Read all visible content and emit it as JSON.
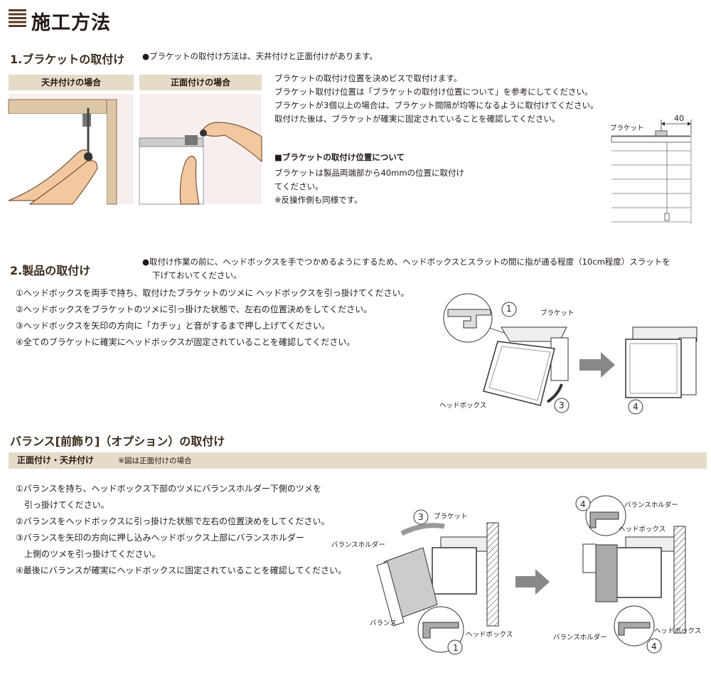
{
  "page_title": "施工方法",
  "section1": {
    "heading": "1.ブラケットの取付け",
    "note": "●ブラケットの取付け方法は、天井付けと正面付けがあります。",
    "tab_ceiling": "天井付けの場合",
    "tab_front": "正面付けの場合",
    "lines": [
      "ブラケットの取付け位置を決めビスで取付けます。",
      "ブラケット取付け位置は「ブラケットの取付け位置について」を参考にしてください。",
      "ブラケットが3個以上の場合は、ブラケット間隔が均等になるように取付けてください。",
      "取付けた後は、ブラケットが確実に固定されていることを確認してください。"
    ],
    "position_heading": "■ブラケットの取付け位置について",
    "position_lines": [
      "ブラケットは製品両端部から40mmの位置に取付け",
      "てください。",
      "※反操作側も同様です。"
    ],
    "diagram_label": "ブラケット",
    "dimension": "40"
  },
  "section2": {
    "heading": "2.製品の取付け",
    "note_lines": [
      "●取付け作業の前に、ヘッドボックスを手でつかめるようにするため、ヘッドボックスとスラットの間に指が通る程度（10cm程度）スラットを",
      "下げておいてください。"
    ],
    "steps": [
      "①ヘッドボックスを両手で持ち、取付けたブラケットのツメに ヘッドボックスを引っ掛けてください。",
      "②ヘッドボックスをブラケットのツメに引っ掛けた状態で、左右の位置決めをしてください。",
      "③ヘッドボックスを矢印の方向に「カチッ」と音がするまで押し上げてください。",
      "④全てのブラケットに確実にヘッドボックスが固定されていることを確認してください。"
    ],
    "label_bracket": "ブラケット",
    "label_headbox": "ヘッドボックス",
    "num1": "1",
    "num3": "3",
    "num4": "4"
  },
  "section3": {
    "heading": "バランス[前飾り]（オプション）の取付け",
    "bar_label": "正面付け・天井付け",
    "bar_note": "※図は正面付けの場合",
    "steps": [
      "①バランスを持ち、ヘッドボックス下部のツメにバランスホルダー下側のツメを",
      "　引っ掛けてください。",
      "②バランスをヘッドボックスに引っ掛けた状態で左右の位置決めをしてください。",
      "③バランスを矢印の方向に押し込みヘッドボックス上部にバランスホルダー",
      "　上側のツメを引っ掛けてください。",
      "④最後にバランスが確実にヘッドボックスに固定されていることを確認してください。"
    ],
    "label_bracket": "ブラケット",
    "label_holder": "バランスホルダー",
    "label_valance": "バランス",
    "label_headbox": "ヘッドボックス",
    "num1": "1",
    "num3": "3",
    "num4": "4"
  },
  "colors": {
    "brown": "#5a3a22",
    "tab_bg": "#e4dcc8",
    "skin": "#f2c8a0",
    "frame": "#dcc7a6"
  }
}
